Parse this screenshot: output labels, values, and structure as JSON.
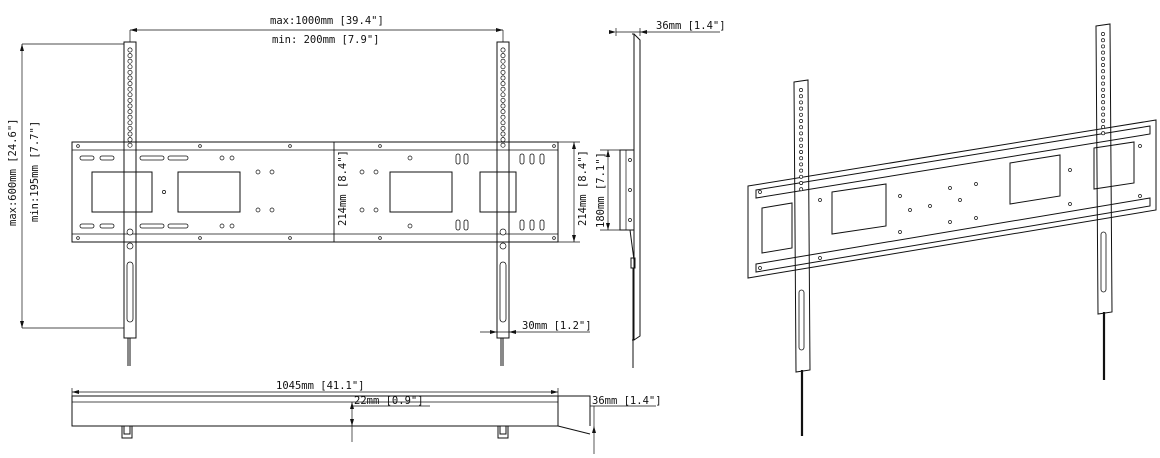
{
  "front_view": {
    "width_max": "max:1000mm [39.4\"]",
    "width_min": "min: 200mm [7.9\"]",
    "height_max": "max:600mm [24.6\"]",
    "height_min": "min:195mm [7.7\"]",
    "plate_height_center": "214mm [8.4\"]",
    "plate_height_right": "214mm [8.4\"]",
    "arm_offset": "30mm [1.2\"]"
  },
  "side_view": {
    "depth": "36mm [1.4\"]",
    "bracket_height": "180mm [7.1\"]"
  },
  "top_view": {
    "length": "1045mm [41.1\"]",
    "inner_gap": "22mm [0.9\"]",
    "depth": "36mm [1.4\"]"
  }
}
